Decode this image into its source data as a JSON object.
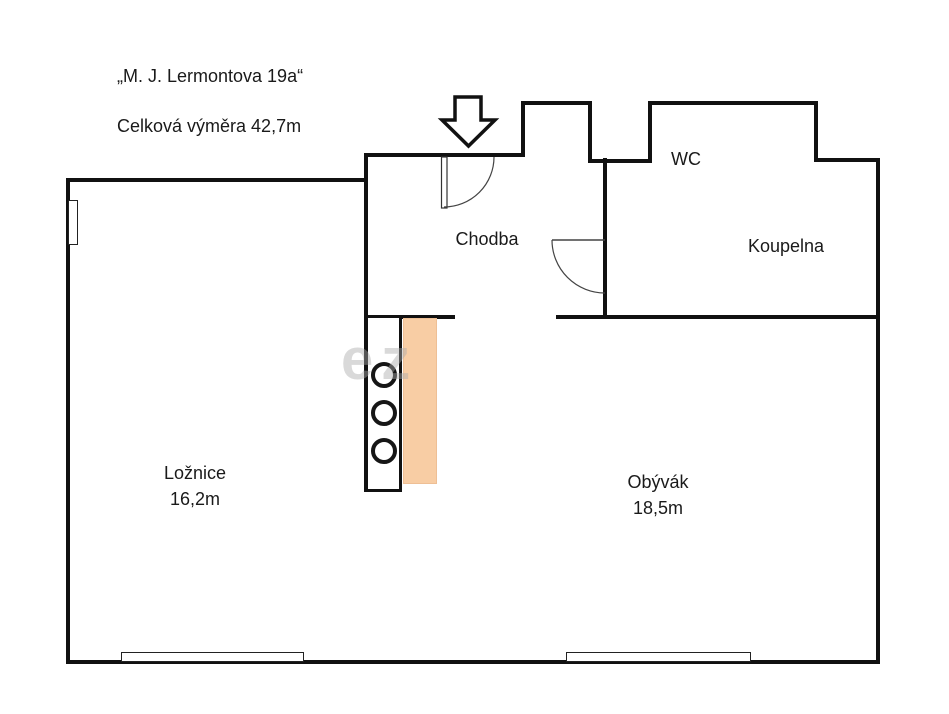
{
  "header": {
    "title": "„M. J. Lermontova 19a“",
    "total_area": "Celková výměra 42,7m"
  },
  "rooms": {
    "chodba": {
      "label": "Chodba"
    },
    "wc": {
      "label": "WC"
    },
    "koupelna": {
      "label": "Koupelna"
    },
    "loznice": {
      "label": "Ložnice",
      "area": "16,2m"
    },
    "obyvak": {
      "label": "Obývák",
      "area": "18,5m"
    }
  },
  "fixtures": {
    "kitchen_burners": 3,
    "windows": 2,
    "doors": [
      "entrance-door",
      "bathroom-door"
    ],
    "entrance_marker": "down-arrow"
  },
  "watermark": "ez",
  "colors": {
    "wall": "#111111",
    "text": "#1a1a1a",
    "kitchen_unit_fill": "#f8cda4",
    "kitchen_unit_border": "#eebf95",
    "watermark": "#aaaaaa"
  }
}
